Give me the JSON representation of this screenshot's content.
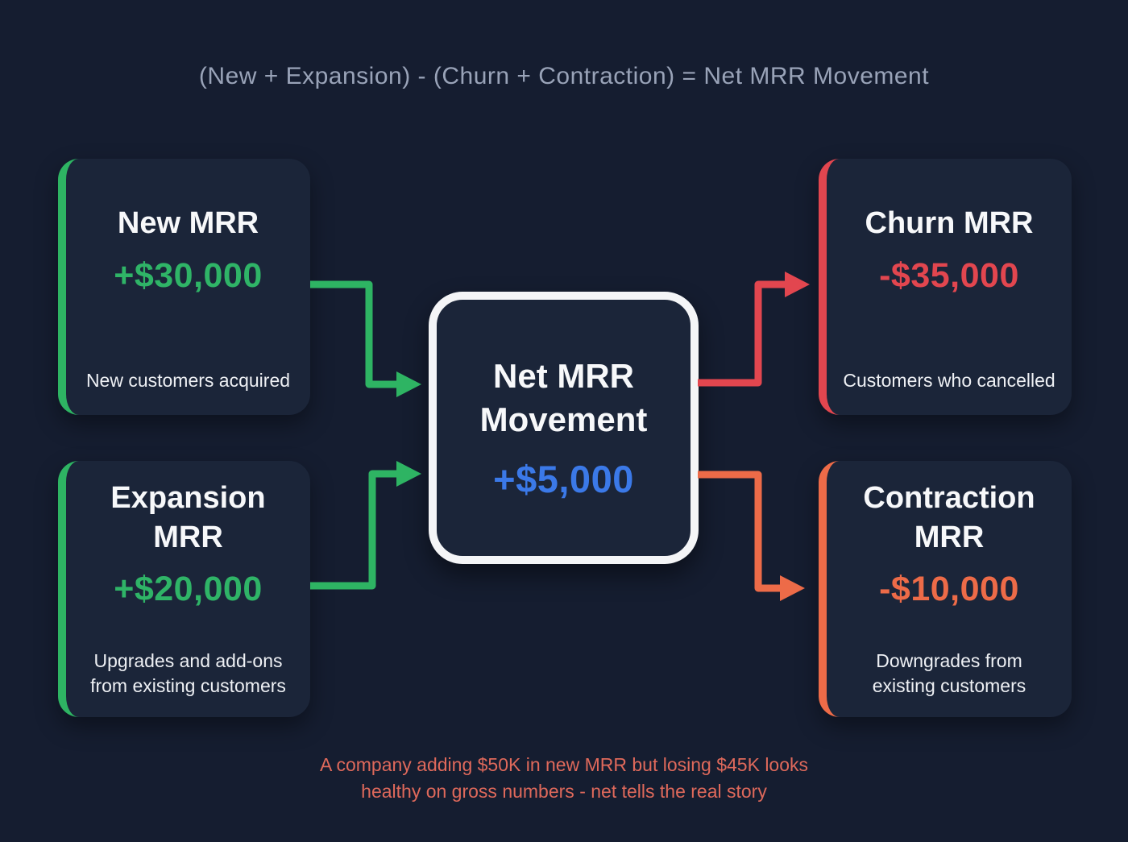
{
  "header": {
    "formula": "(New + Expansion) - (Churn + Contraction) = Net MRR Movement"
  },
  "nodes": {
    "new_mrr": {
      "title": "New MRR",
      "value": "+$30,000",
      "description": "New customers acquired"
    },
    "expansion_mrr": {
      "title": "Expansion MRR",
      "value": "+$20,000",
      "description": "Upgrades and add-ons from existing customers"
    },
    "net_mrr": {
      "title": "Net MRR Movement",
      "value": "+$5,000"
    },
    "churn_mrr": {
      "title": "Churn MRR",
      "value": "-$35,000",
      "description": "Customers who cancelled"
    },
    "contraction_mrr": {
      "title": "Contraction MRR",
      "value": "-$10,000",
      "description": "Downgrades from existing customers"
    }
  },
  "footnote": {
    "line1": "A company adding $50K in new MRR but losing $45K looks",
    "line2": "healthy on gross numbers - net tells the real story"
  },
  "colors": {
    "positive_green": "#2fb467",
    "negative_red": "#e2464f",
    "contraction_orange": "#ed6b48",
    "net_blue": "#3b79e8",
    "page_background": "#151d30",
    "card_background": "#1b2539",
    "center_border_white": "#f4f5f7",
    "formula_gray": "#99a3b8",
    "footnote_salmon": "#df695b"
  }
}
